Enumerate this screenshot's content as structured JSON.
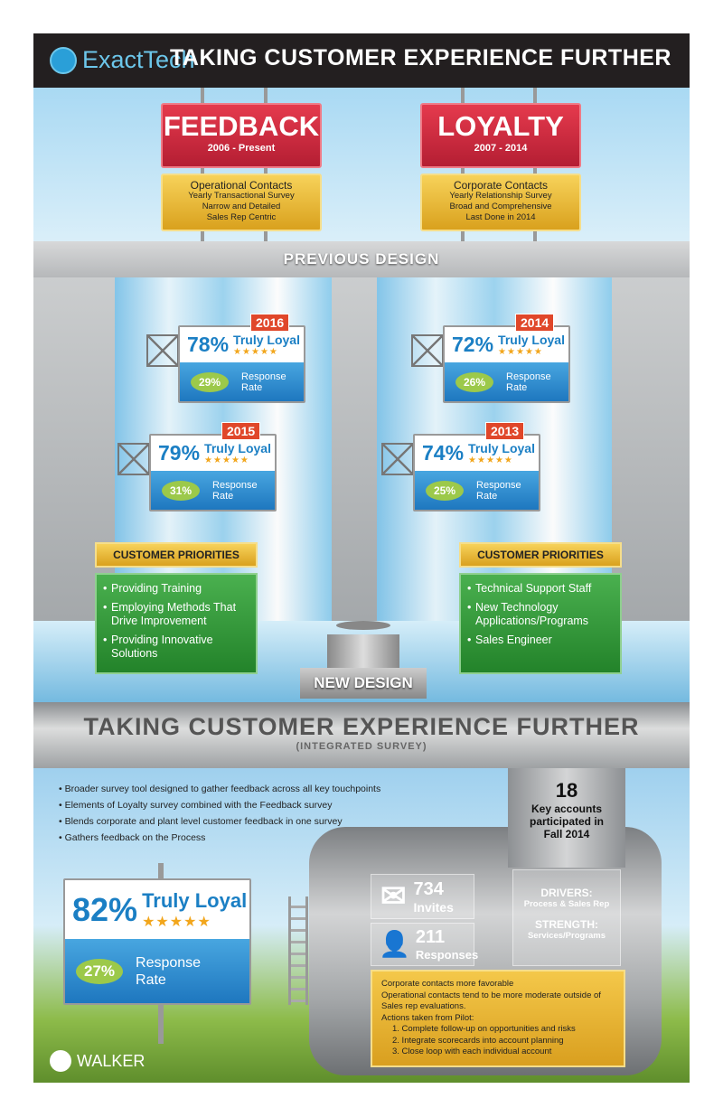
{
  "header": {
    "brand": "ExactTech",
    "title": "TAKING CUSTOMER EXPERIENCE FURTHER"
  },
  "feedback": {
    "title": "FEEDBACK",
    "years": "2006 - Present",
    "lines": [
      "Operational Contacts",
      "Yearly Transactional Survey",
      "Narrow and Detailed",
      "Sales Rep Centric"
    ]
  },
  "loyalty": {
    "title": "LOYALTY",
    "years": "2007 - 2014",
    "lines": [
      "Corporate Contacts",
      "Yearly Relationship Survey",
      "Broad and Comprehensive",
      "Last Done in 2014"
    ]
  },
  "previous_design": "PREVIOUS DESIGN",
  "cards": [
    {
      "year": "2016",
      "loyal": "78%",
      "loyal_label": "Truly Loyal",
      "response": "29%",
      "response_label1": "Response",
      "response_label2": "Rate",
      "stars": 5
    },
    {
      "year": "2014",
      "loyal": "72%",
      "loyal_label": "Truly Loyal",
      "response": "26%",
      "response_label1": "Response",
      "response_label2": "Rate",
      "stars": 5
    },
    {
      "year": "2015",
      "loyal": "79%",
      "loyal_label": "Truly Loyal",
      "response": "31%",
      "response_label1": "Response",
      "response_label2": "Rate",
      "stars": 5
    },
    {
      "year": "2013",
      "loyal": "74%",
      "loyal_label": "Truly Loyal",
      "response": "25%",
      "response_label1": "Response",
      "response_label2": "Rate",
      "stars": 5
    }
  ],
  "priorities": [
    {
      "title": "CUSTOMER PRIORITIES",
      "items": [
        "Providing Training",
        "Employing Methods That Drive Improvement",
        "Providing Innovative Solutions"
      ]
    },
    {
      "title": "CUSTOMER PRIORITIES",
      "items": [
        "Technical Support Staff",
        "New Technology Applications/Programs",
        "Sales Engineer"
      ]
    }
  ],
  "new_design": "NEW DESIGN",
  "pipe": {
    "title": "TAKING CUSTOMER EXPERIENCE FURTHER",
    "subtitle": "(INTEGRATED SURVEY)"
  },
  "bullets": [
    "Broader survey tool designed to gather feedback across all key touchpoints",
    "Elements of Loyalty survey combined with the Feedback survey",
    "Blends corporate and plant level customer feedback in one survey",
    "Gathers feedback on the Process"
  ],
  "accounts": {
    "count": "18",
    "l1": "Key accounts",
    "l2": "participated in",
    "l3": "Fall 2014"
  },
  "current": {
    "loyal": "82%",
    "loyal_label": "Truly Loyal",
    "response": "27%",
    "response_label1": "Response",
    "response_label2": "Rate",
    "stars": 5
  },
  "invites": {
    "value": "734",
    "label": "Invites"
  },
  "responses": {
    "value": "211",
    "label": "Responses"
  },
  "drivers": {
    "label": "DRIVERS:",
    "value": "Process & Sales Rep",
    "s_label": "STRENGTH:",
    "s_value": "Services/Programs"
  },
  "notes": [
    "Corporate contacts more favorable",
    "Operational contacts tend to be more moderate outside of Sales rep evaluations.",
    "Actions taken from Pilot:",
    "1. Complete follow-up on opportunities and risks",
    "2. Integrate scorecards into account planning",
    "3. Close loop with each individual account"
  ],
  "footer": {
    "brand": "WALKER"
  }
}
